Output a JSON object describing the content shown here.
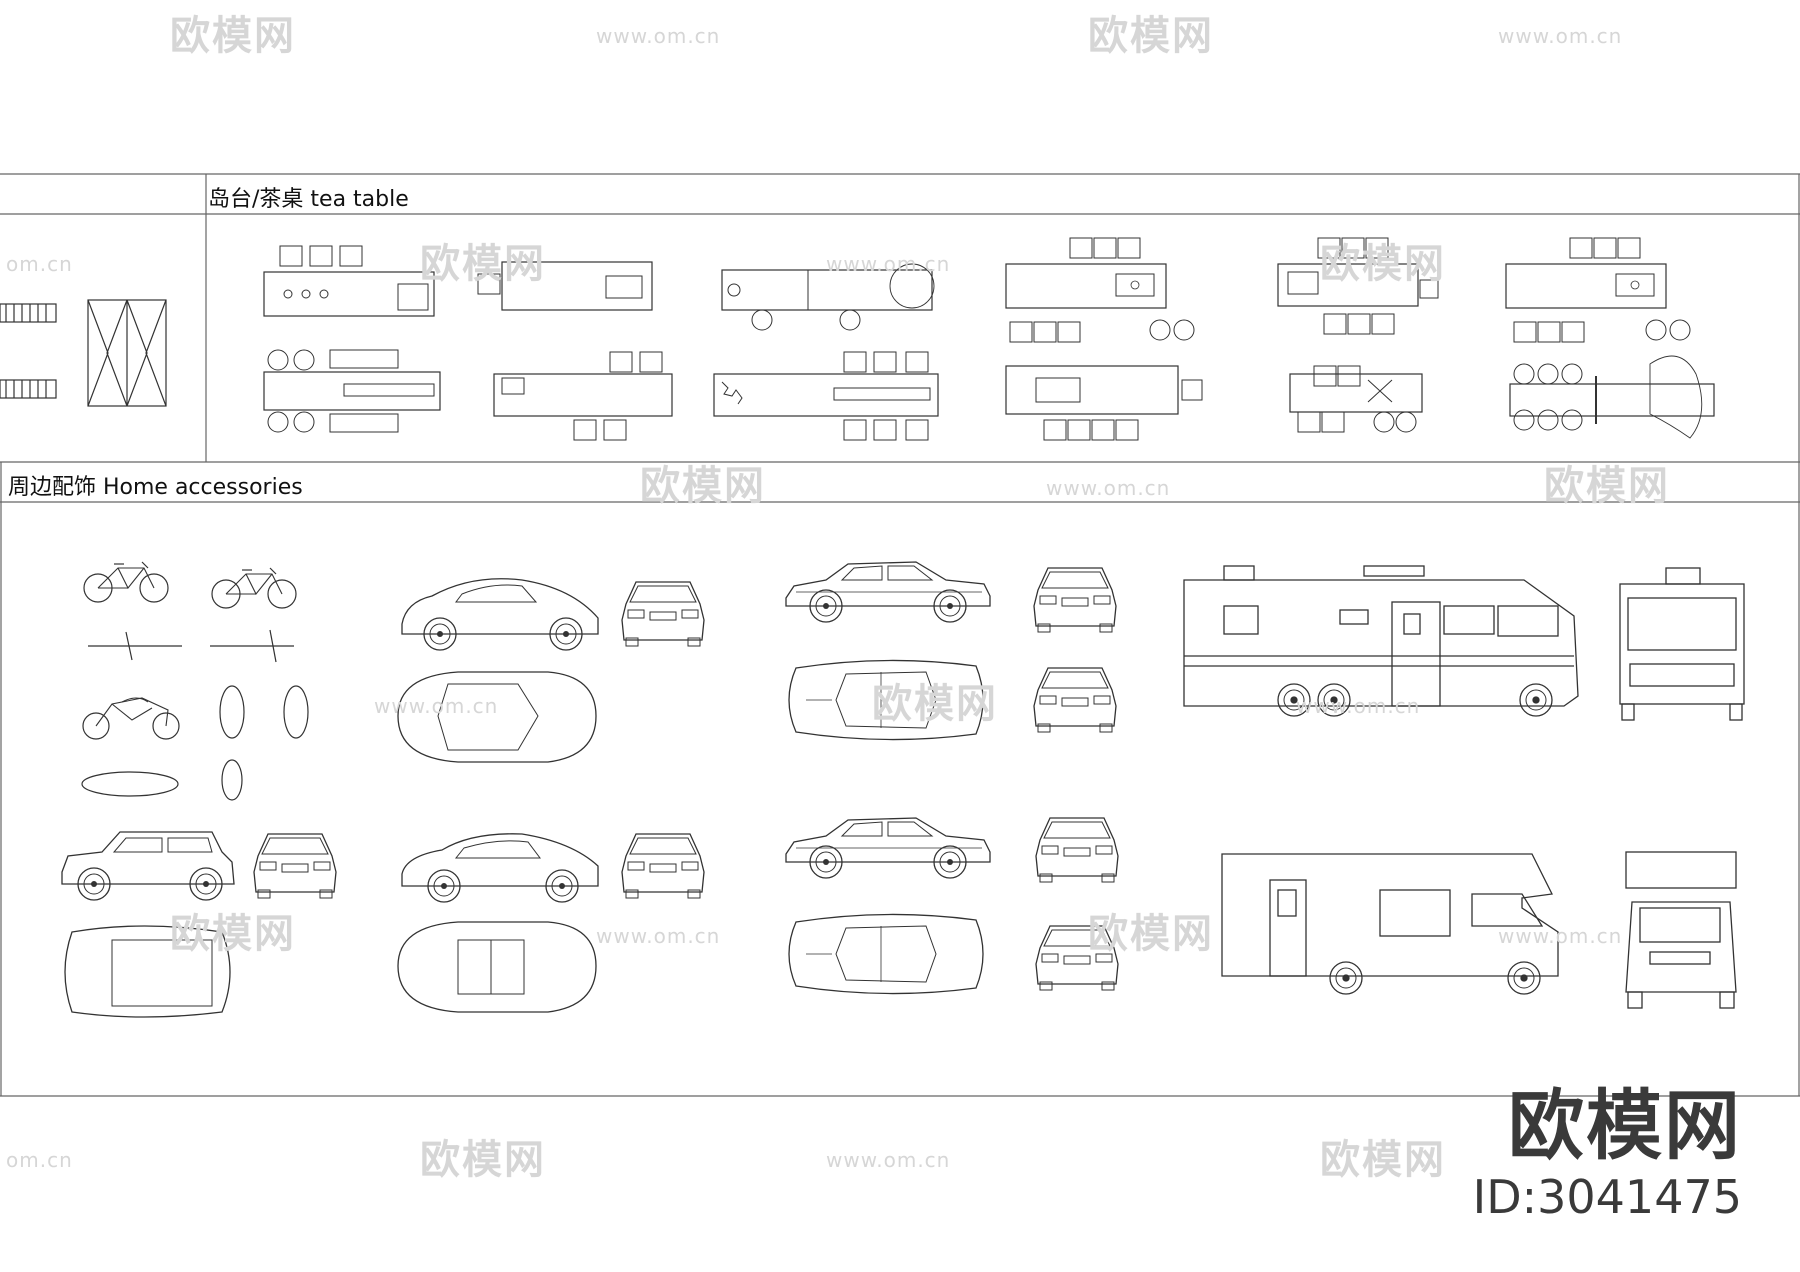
{
  "sections": {
    "tea_table": {
      "label": "岛台/茶桌 tea table"
    },
    "home_accessories": {
      "label": "周边配饰 Home accessories"
    }
  },
  "brand": {
    "name": "欧模网",
    "id": "ID:3041475"
  },
  "watermark": {
    "text_cn": "欧模网",
    "text_url": "www.om.cn",
    "partial_url": "om.cn"
  },
  "colors": {
    "line": "#333333",
    "frame": "#666666",
    "watermark": "#d6d6d6",
    "brand_text": "#3a3a3a"
  },
  "icons": [
    "kitchen-island-icon",
    "wardrobe-icon",
    "bicycle-icon",
    "motorcycle-icon",
    "beetle-car-icon",
    "sedan-car-icon",
    "station-wagon-icon",
    "mini-cooper-icon",
    "sports-coupe-icon",
    "motorhome-icon",
    "camper-truck-icon"
  ]
}
